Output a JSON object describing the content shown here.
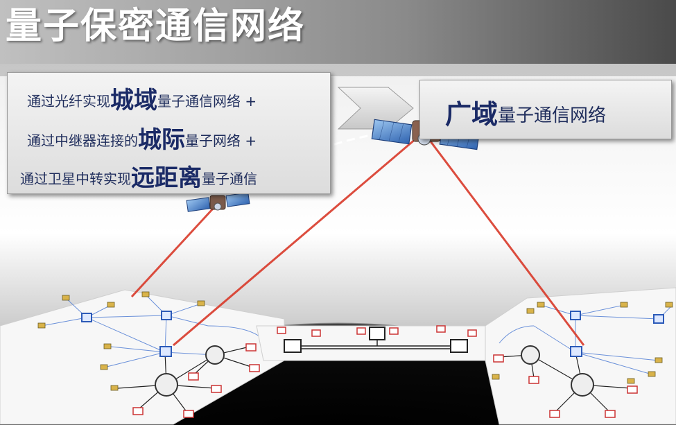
{
  "title": "量子保密通信网络",
  "left_box": {
    "line1": {
      "prefix": "通过光纤实现",
      "highlight": "城域",
      "suffix": "量子通信网络 +"
    },
    "line2": {
      "prefix": "通过中继器连接的",
      "highlight": "城际",
      "suffix": "量子网络 +"
    },
    "line3": {
      "prefix": "通过卫星中转实现",
      "highlight": "远距离",
      "suffix": "量子通信"
    }
  },
  "right_box": {
    "highlight": "广域",
    "suffix": "量子通信网络"
  },
  "colors": {
    "laser": "#d93a2a",
    "network_line": "#4a78d0",
    "box_text": "#1f2d5c",
    "panel_blue": "#4f8fd8"
  }
}
